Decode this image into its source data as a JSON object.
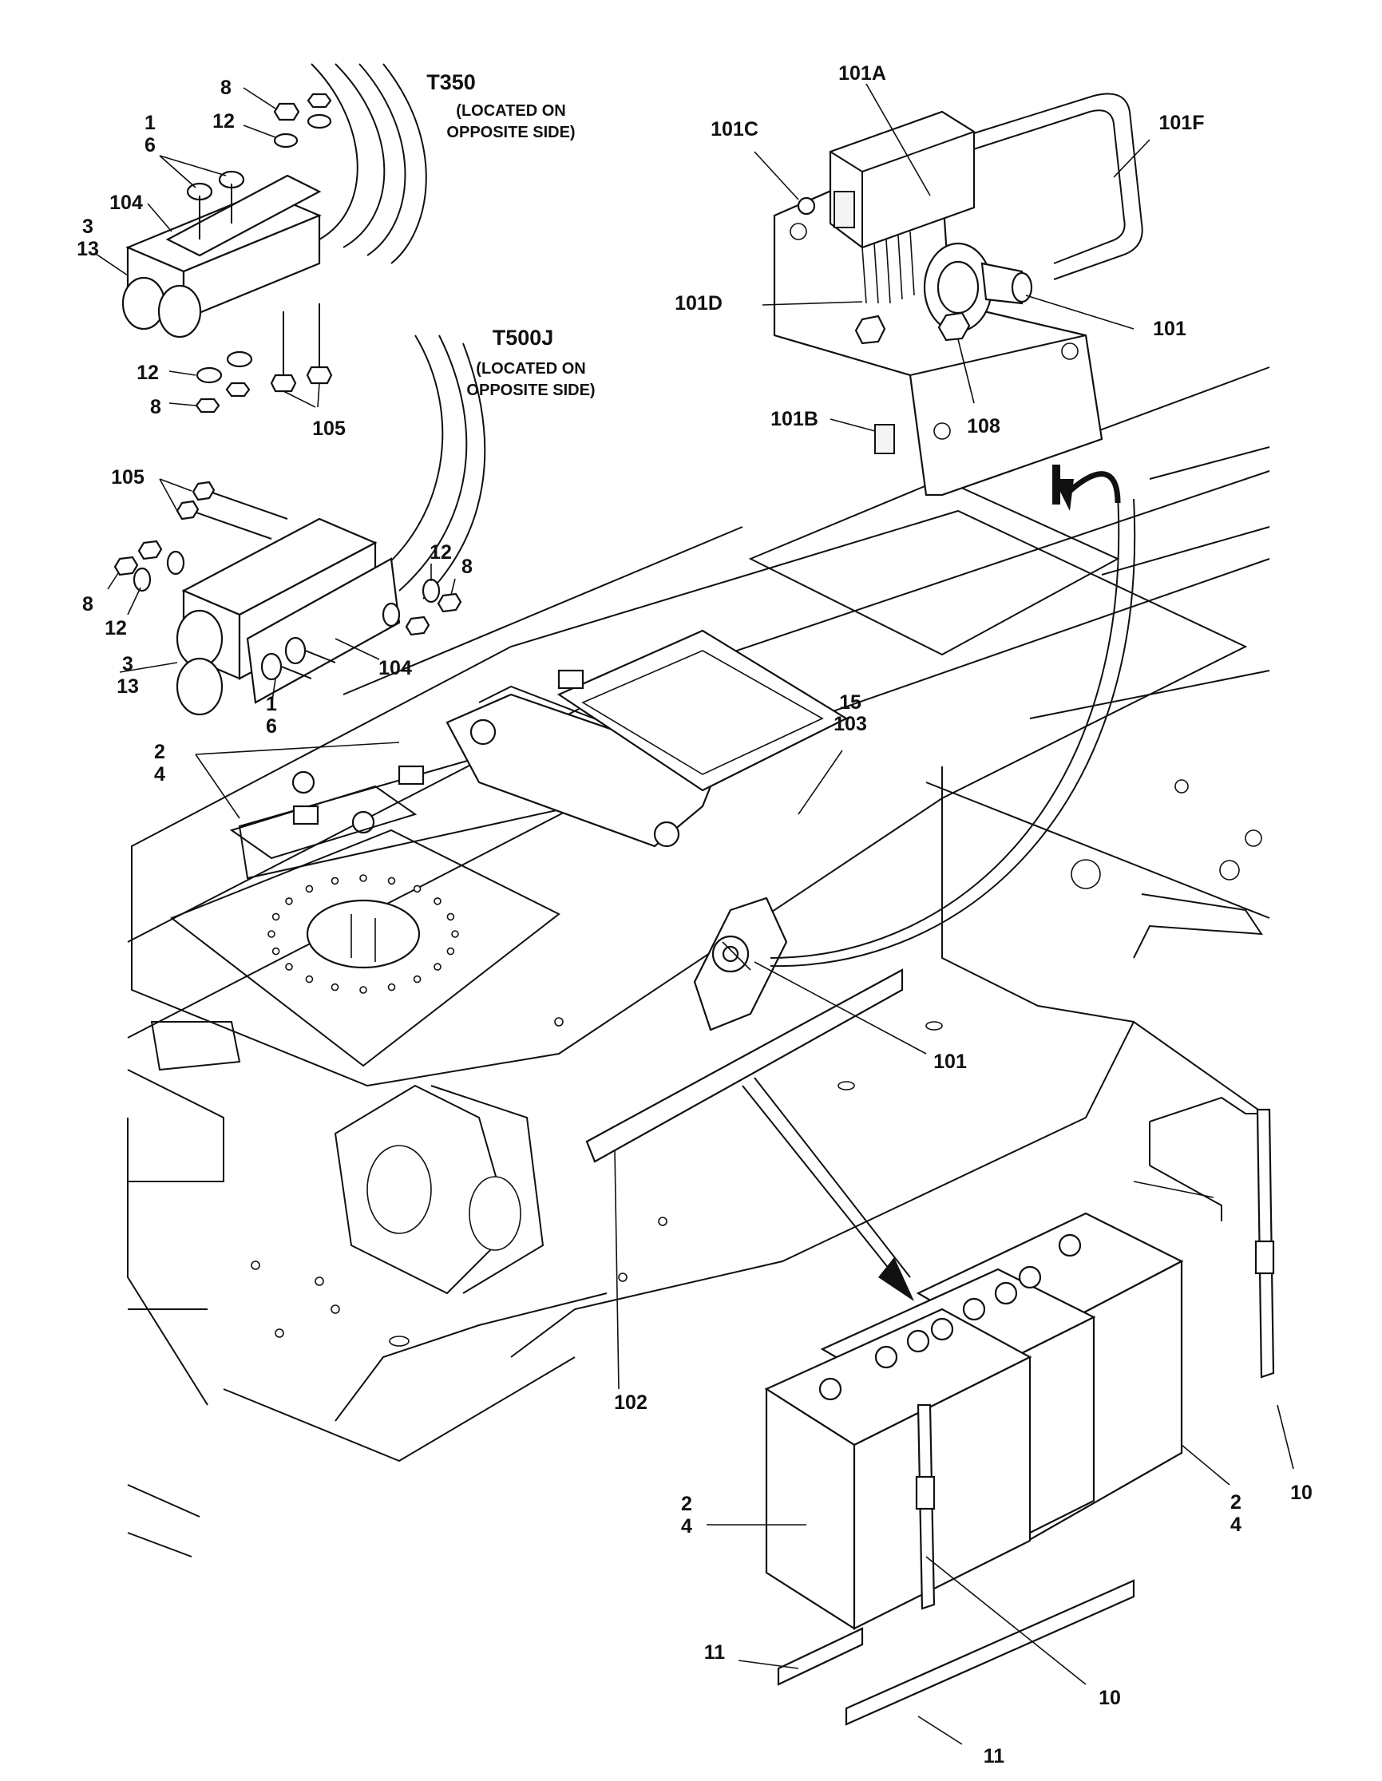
{
  "callouts": {
    "t350_title": "T350",
    "t350_note_1": "(LOCATED ON",
    "t350_note_2": "OPPOSITE SIDE)",
    "t500j_title": "T500J",
    "t500j_note_1": "(LOCATED ON",
    "t500j_note_2": "OPPOSITE SIDE)",
    "c_8_a": "8",
    "c_1_a": "1",
    "c_12_a": "12",
    "c_6_a": "6",
    "c_104_a": "104",
    "c_3_a": "3",
    "c_13_a": "13",
    "c_12_b": "12",
    "c_8_b": "8",
    "c_105_a": "105",
    "c_105_b": "105",
    "c_12_c": "12",
    "c_8_c": "8",
    "c_8_d": "8",
    "c_12_d": "12",
    "c_3_b": "3",
    "c_13_b": "13",
    "c_104_b": "104",
    "c_1_b": "1",
    "c_6_b": "6",
    "c_101A": "101A",
    "c_101C": "101C",
    "c_101F": "101F",
    "c_101D": "101D",
    "c_101_top": "101",
    "c_101B": "101B",
    "c_108": "108",
    "c_15": "15",
    "c_103": "103",
    "c_2_a": "2",
    "c_4_a": "4",
    "c_101_mid": "101",
    "c_102": "102",
    "c_2_b": "2",
    "c_4_b": "4",
    "c_2_c": "2",
    "c_4_c": "4",
    "c_10_a": "10",
    "c_10_b": "10",
    "c_11_a": "11",
    "c_11_b": "11"
  }
}
